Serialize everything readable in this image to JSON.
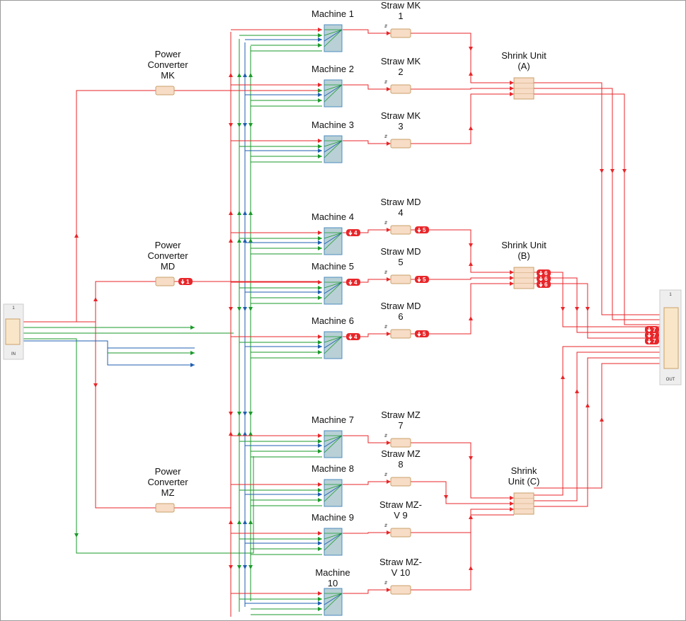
{
  "colors": {
    "power": "#e8262a",
    "green": "#1a9a2a",
    "blue": "#1f5fb0",
    "badge": "#e8262a"
  },
  "io": {
    "in_top": "1",
    "in_bottom": "IN",
    "out_top": "1",
    "out_bottom": "OUT"
  },
  "converters": [
    {
      "id": "mk",
      "lines": [
        "Power",
        "Converter",
        "MK"
      ]
    },
    {
      "id": "md",
      "lines": [
        "Power",
        "Converter",
        "MD"
      ],
      "badge": "1"
    },
    {
      "id": "mz",
      "lines": [
        "Power",
        "Converter",
        "MZ"
      ]
    }
  ],
  "machines": [
    {
      "lines": [
        "Machine 1"
      ]
    },
    {
      "lines": [
        "Machine 2"
      ]
    },
    {
      "lines": [
        "Machine 3"
      ]
    },
    {
      "lines": [
        "Machine 4"
      ],
      "badge": "4"
    },
    {
      "lines": [
        "Machine 5"
      ],
      "badge": "4"
    },
    {
      "lines": [
        "Machine 6"
      ],
      "badge": "4"
    },
    {
      "lines": [
        "Machine 7"
      ]
    },
    {
      "lines": [
        "Machine 8"
      ]
    },
    {
      "lines": [
        "Machine 9"
      ]
    },
    {
      "lines": [
        "Machine",
        "10"
      ]
    }
  ],
  "straws": [
    {
      "lines": [
        "Straw MK",
        "1"
      ]
    },
    {
      "lines": [
        "Straw MK",
        "2"
      ]
    },
    {
      "lines": [
        "Straw MK",
        "3"
      ]
    },
    {
      "lines": [
        "Straw MD",
        "4"
      ],
      "badge": "5"
    },
    {
      "lines": [
        "Straw MD",
        "5"
      ],
      "badge": "5"
    },
    {
      "lines": [
        "Straw MD",
        "6"
      ],
      "badge": "5"
    },
    {
      "lines": [
        "Straw MZ",
        "7"
      ]
    },
    {
      "lines": [
        "Straw MZ",
        "8"
      ]
    },
    {
      "lines": [
        "Straw MZ-",
        "V 9"
      ]
    },
    {
      "lines": [
        "Straw MZ-",
        "V 10"
      ]
    }
  ],
  "shrink_units": [
    {
      "lines": [
        "Shrink Unit",
        "(A)"
      ]
    },
    {
      "lines": [
        "Shrink Unit",
        "(B)"
      ],
      "badges": [
        "6",
        "6",
        "6"
      ]
    },
    {
      "lines": [
        "Shrink",
        "Unit (C)"
      ]
    }
  ],
  "out_badges": [
    "7",
    "7",
    "7"
  ]
}
